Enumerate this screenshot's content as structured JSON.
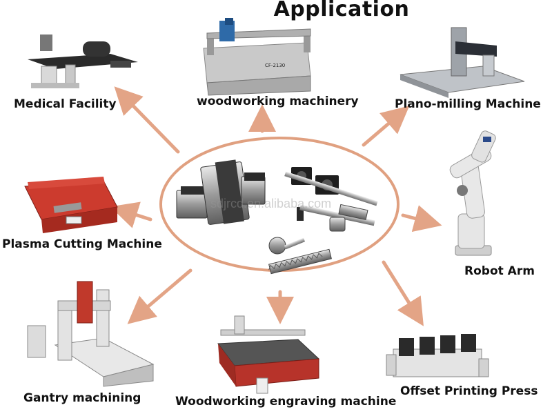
{
  "title": "Application",
  "watermark": "sdjrcd.en.alibaba.com",
  "accent_color": "#E0A080",
  "center": {
    "items": [
      "linear-guide-rail-blocks",
      "ball-screw-with-supports",
      "rack-and-pinion-gear"
    ]
  },
  "labels": {
    "medical": "Medical Facility",
    "woodworking": "woodworking machinery",
    "plano": "Plano-milling Machine",
    "plasma": "Plasma Cutting Machine",
    "robot": "Robot Arm",
    "gantry": "Gantry machining",
    "engraving": "Woodworking engraving machine",
    "offset": "Offset Printing Press",
    "machine_plate": "CF-2130"
  }
}
